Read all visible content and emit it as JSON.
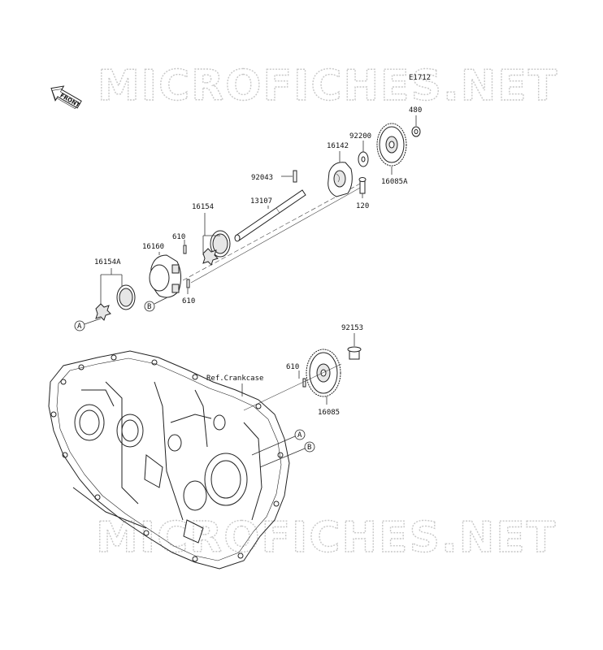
{
  "watermark": {
    "top": "MICROFICHES.NET",
    "bottom": "MICROFICHES.NET"
  },
  "diagram_code": "E1712",
  "front_marker": "FRONT",
  "ref_label": "Ref.Crankcase",
  "callouts": {
    "A": "A",
    "B": "B"
  },
  "parts": [
    {
      "id": "480"
    },
    {
      "id": "92200"
    },
    {
      "id": "16142"
    },
    {
      "id": "16085A"
    },
    {
      "id": "120"
    },
    {
      "id": "92043"
    },
    {
      "id": "13107"
    },
    {
      "id": "16154"
    },
    {
      "id": "16160"
    },
    {
      "id": "610"
    },
    {
      "id": "610"
    },
    {
      "id": "16154A"
    },
    {
      "id": "92153"
    },
    {
      "id": "610"
    },
    {
      "id": "16085"
    }
  ]
}
